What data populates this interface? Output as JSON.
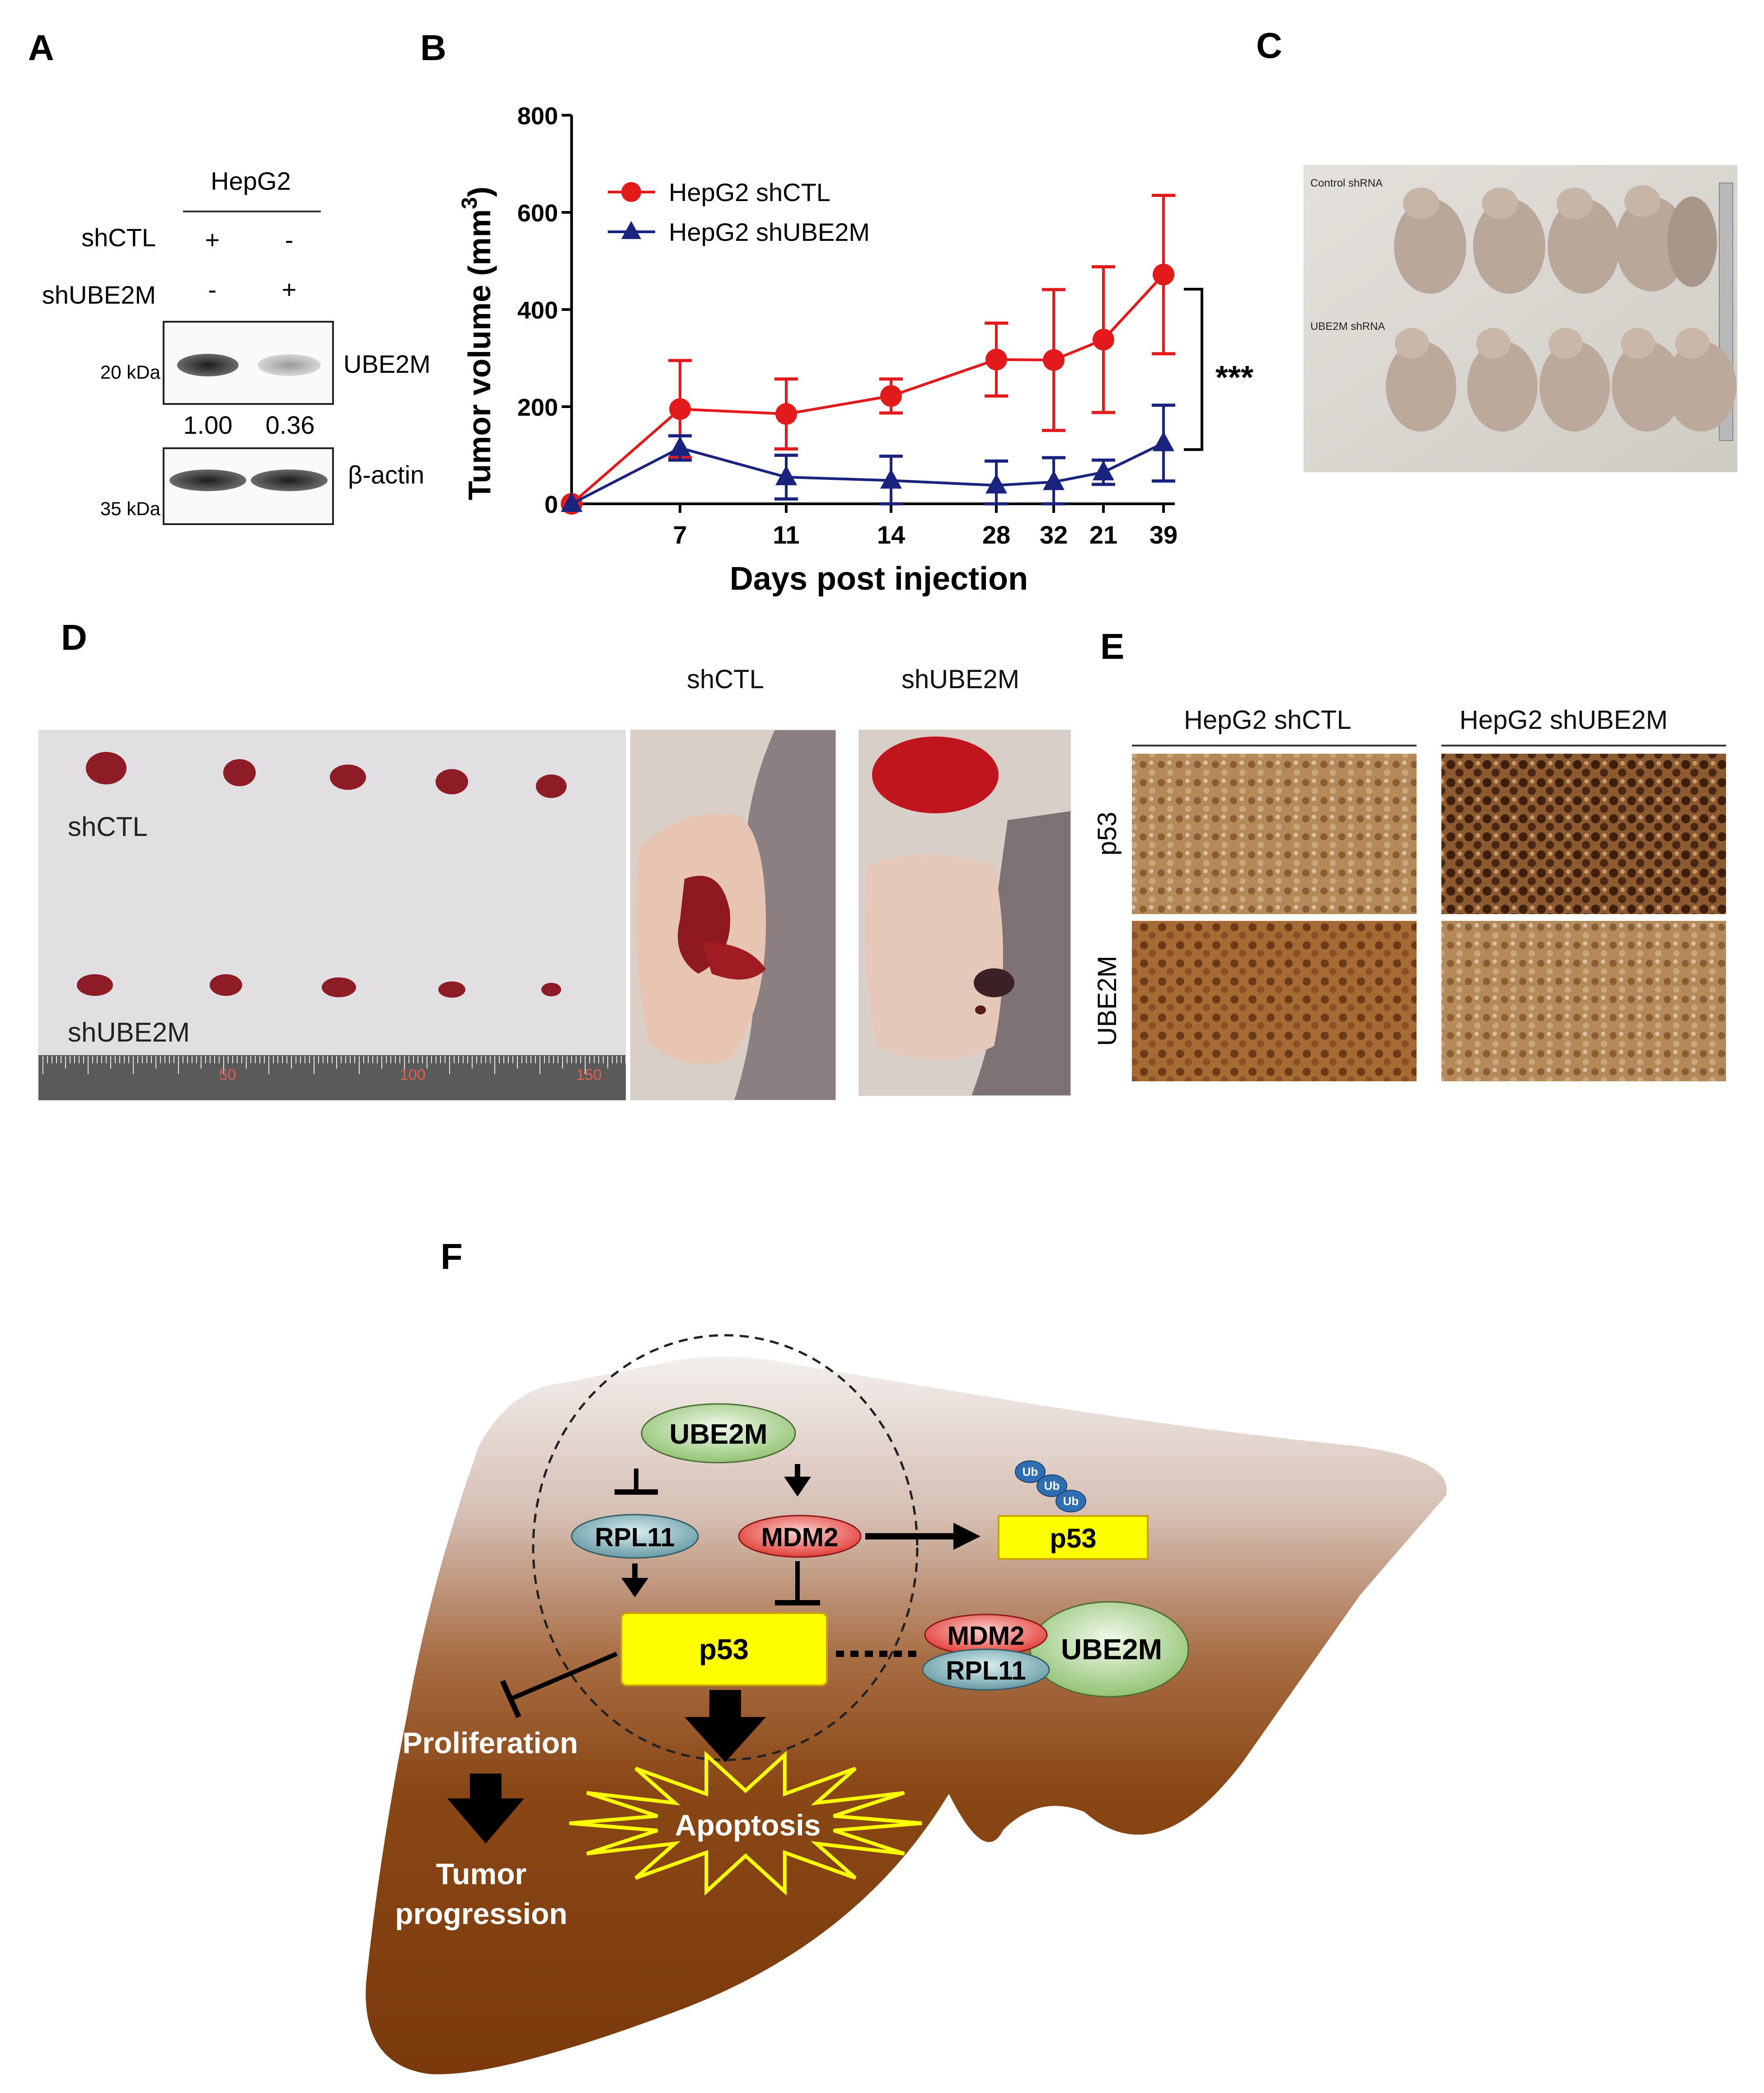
{
  "panel_letters": {
    "a": "A",
    "b": "B",
    "c": "C",
    "d": "D",
    "e": "E",
    "f": "F"
  },
  "panel_a": {
    "cell_line": "HepG2",
    "row1_label": "shCTL",
    "row2_label": "shUBE2M",
    "lane1_row1": "+",
    "lane2_row1": "-",
    "lane1_row2": "-",
    "lane2_row2": "+",
    "mw_top": "20 kDa",
    "mw_bottom": "35 kDa",
    "band_top_label": "UBE2M",
    "band_bottom_label": "β-actin",
    "quant_lane1": "1.00",
    "quant_lane2": "0.36"
  },
  "chart_data": {
    "type": "line",
    "xlabel": "Days post injection",
    "ylabel": "Tumor volume (mm 3)",
    "ylabel_main": "Tumor volume (mm",
    "ylabel_sup": "3",
    "ylabel_close": ")",
    "ylim": [
      0,
      800
    ],
    "yticks": [
      "0",
      "200",
      "400",
      "600",
      "800"
    ],
    "categories": [
      "",
      "7",
      "11",
      "14",
      "28",
      "32",
      "21",
      "39"
    ],
    "significance": "***",
    "legend_position": "top-left",
    "series": [
      {
        "name": "HepG2 shCTL",
        "color": "#e31a1c",
        "marker": "circle",
        "values": [
          0,
          195,
          185,
          222,
          297,
          296,
          338,
          472
        ],
        "errors": [
          0,
          100,
          72,
          35,
          75,
          145,
          150,
          163
        ]
      },
      {
        "name": "HepG2 shUBE2M",
        "color": "#1a237e",
        "marker": "triangle",
        "values": [
          0,
          115,
          55,
          48,
          38,
          45,
          65,
          125
        ],
        "errors": [
          0,
          25,
          45,
          50,
          50,
          50,
          25,
          78
        ]
      }
    ]
  },
  "panel_c": {
    "label_top": "Control shRNA",
    "label_bottom": "UBE2M shRNA"
  },
  "panel_d": {
    "label_top": "shCTL",
    "label_bottom": "shUBE2M",
    "photo2_title": "shCTL",
    "photo3_title": "shUBE2M",
    "ruler_labels": [
      "50",
      "100",
      "150"
    ]
  },
  "panel_e": {
    "col1": "HepG2 shCTL",
    "col2": "HepG2 shUBE2M",
    "row1": "p53",
    "row2": "UBE2M"
  },
  "panel_f": {
    "ube2m_top": "UBE2M",
    "rpl11": "RPL11",
    "mdm2": "MDM2",
    "p53_center": "p53",
    "p53_ub": "p53",
    "ub": "Ub",
    "mdm2_complex": "MDM2",
    "rpl11_complex": "RPL11",
    "ube2m_complex": "UBE2M",
    "proliferation": "Proliferation",
    "tumor": "Tumor",
    "progression": "progression",
    "apoptosis": "Apoptosis"
  },
  "colors": {
    "liver_top": "#f3efee",
    "liver_bottom": "#7b3a0c",
    "p53_box": "#ffff00",
    "ube2m_green": "#9ccb7a",
    "mdm2_red": "#e8413c",
    "rpl11_teal": "#6a9ea6",
    "shctl_red": "#e31a1c",
    "shube2m_navy": "#1a237e"
  }
}
